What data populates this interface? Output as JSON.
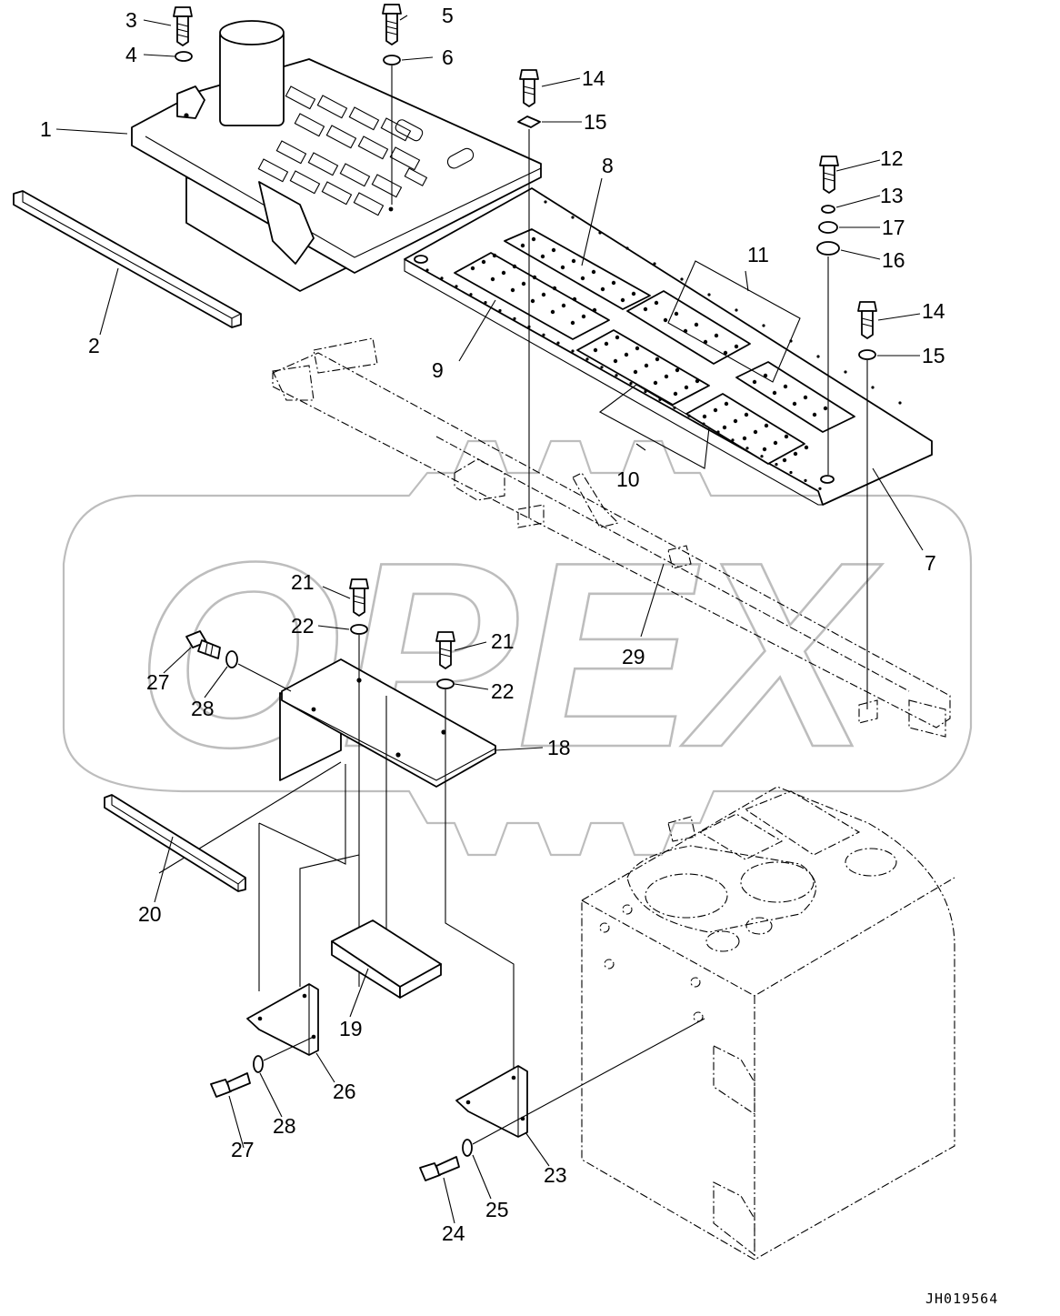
{
  "watermark": {
    "text": "OPEX"
  },
  "drawing_code": "JH019564",
  "callouts": [
    {
      "label": "1"
    },
    {
      "label": "2"
    },
    {
      "label": "3"
    },
    {
      "label": "4"
    },
    {
      "label": "5"
    },
    {
      "label": "6"
    },
    {
      "label": "7"
    },
    {
      "label": "8"
    },
    {
      "label": "9"
    },
    {
      "label": "10"
    },
    {
      "label": "11"
    },
    {
      "label": "12"
    },
    {
      "label": "13"
    },
    {
      "label": "14"
    },
    {
      "label": "15"
    },
    {
      "label": "16"
    },
    {
      "label": "17"
    },
    {
      "label": "14"
    },
    {
      "label": "15"
    },
    {
      "label": "29"
    },
    {
      "label": "21"
    },
    {
      "label": "22"
    },
    {
      "label": "21"
    },
    {
      "label": "22"
    },
    {
      "label": "27"
    },
    {
      "label": "28"
    },
    {
      "label": "18"
    },
    {
      "label": "20"
    },
    {
      "label": "19"
    },
    {
      "label": "26"
    },
    {
      "label": "28"
    },
    {
      "label": "27"
    },
    {
      "label": "23"
    },
    {
      "label": "25"
    },
    {
      "label": "24"
    }
  ]
}
